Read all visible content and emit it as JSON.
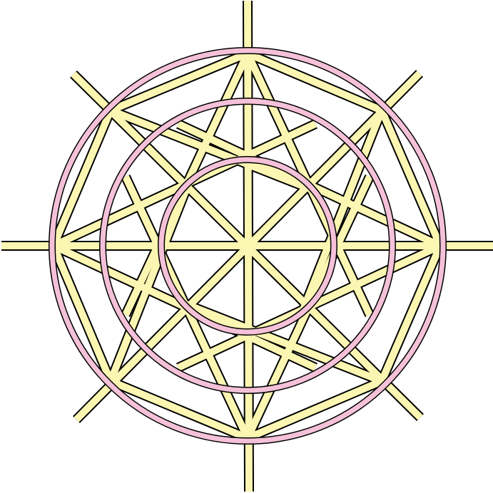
{
  "colors": {
    "background": "#ffffff",
    "strap_fill": "#fbf6b2",
    "ring_fill": "#f4c1d8",
    "outline": "#000000"
  },
  "figure": {
    "type": "geometric-line-diagram",
    "rings": 3,
    "spokes": 8,
    "star_points": 8,
    "text": ""
  }
}
